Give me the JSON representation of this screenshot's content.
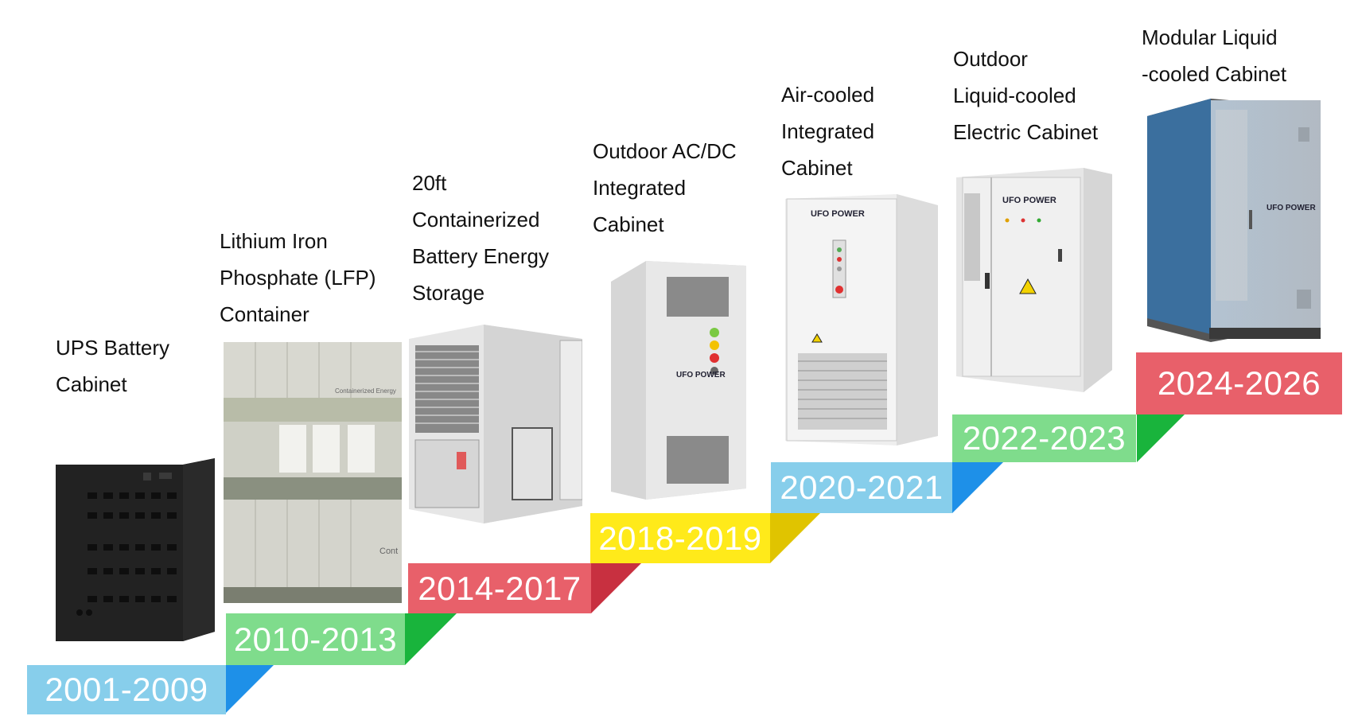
{
  "colors": {
    "step_1": "#87ceeb",
    "step_1_fold": "#1e90e8",
    "step_2": "#7fdc8c",
    "step_2_fold": "#19b43c",
    "step_3": "#e8606a",
    "step_3_fold": "#c83040",
    "step_4": "#ffea1a",
    "step_4_fold": "#e0c400",
    "step_5": "#87ceeb",
    "step_5_fold": "#1e90e8",
    "step_6": "#7fdc8c",
    "step_6_fold": "#19b43c",
    "step_7": "#e8606a"
  },
  "timeline": [
    {
      "years": "2001-2009",
      "title_lines": [
        "UPS Battery",
        "Cabinet"
      ],
      "product": "battery-cabinet"
    },
    {
      "years": "2010-2013",
      "title_lines": [
        "Lithium Iron",
        "Phosphate (LFP)",
        "Container"
      ],
      "product": "lfp-container"
    },
    {
      "years": "2014-2017",
      "title_lines": [
        "20ft",
        "Containerized",
        "Battery Energy",
        "Storage"
      ],
      "product": "containerized-bess"
    },
    {
      "years": "2018-2019",
      "title_lines": [
        "Outdoor AC/DC",
        "Integrated",
        "Cabinet"
      ],
      "product": "acdc-cabinet"
    },
    {
      "years": "2020-2021",
      "title_lines": [
        "Air-cooled",
        "Integrated",
        "Cabinet"
      ],
      "product": "air-cooled-cabinet"
    },
    {
      "years": "2022-2023",
      "title_lines": [
        "Outdoor",
        "Liquid-cooled",
        "Electric Cabinet"
      ],
      "product": "liquid-cooled-electric-cabinet"
    },
    {
      "years": "2024-2026",
      "title_lines": [
        "Modular Liquid",
        "-cooled Cabinet"
      ],
      "product": "modular-liquid-cabinet"
    }
  ],
  "images": {
    "container_text": "Containerized Energy",
    "container_text_2": "Cont",
    "brand_logo": "UFO POWER"
  }
}
